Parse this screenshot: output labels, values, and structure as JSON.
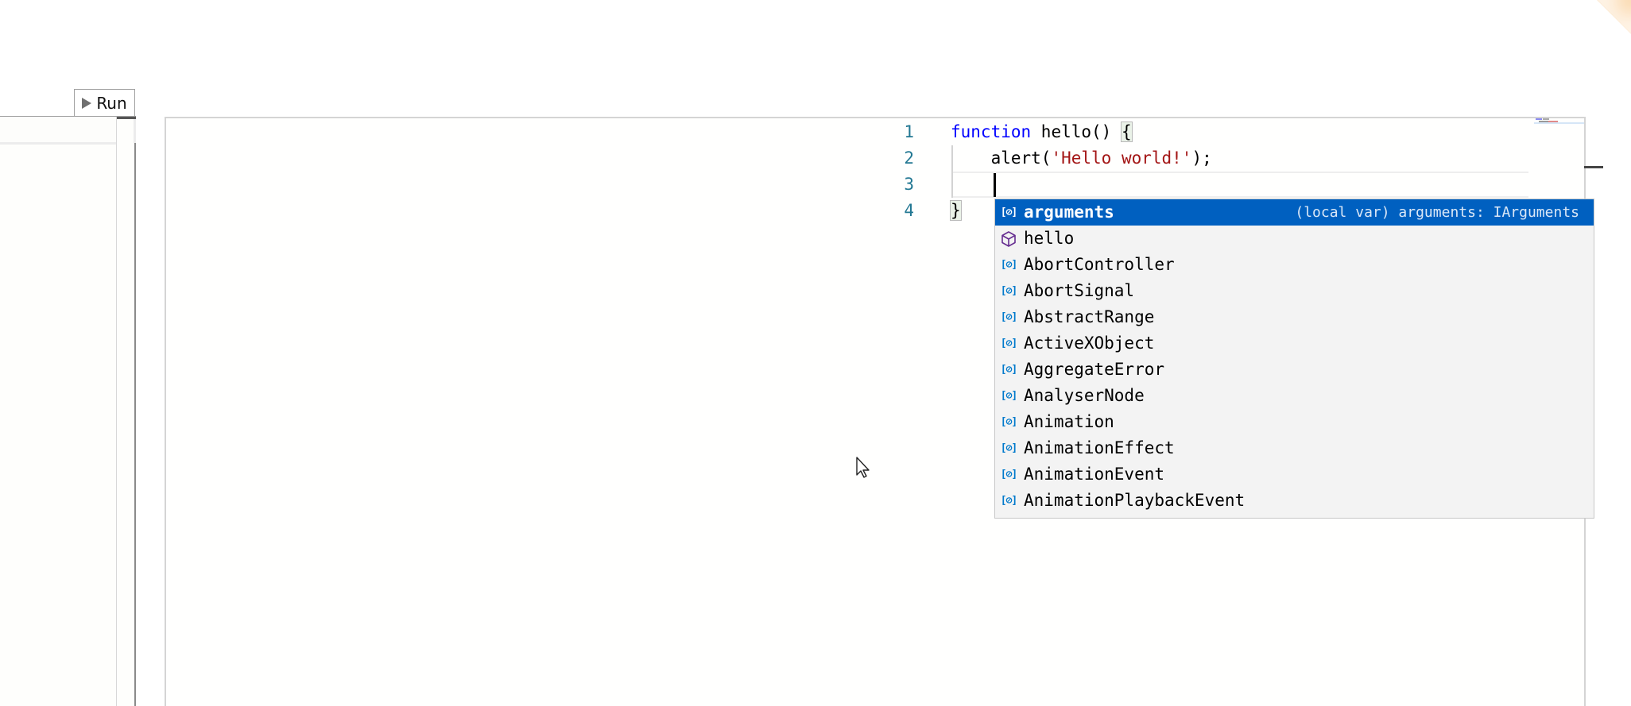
{
  "toolbar": {
    "run_label": "Run",
    "run_icon": "play-triangle-icon"
  },
  "editor": {
    "line_numbers": [
      "1",
      "2",
      "3",
      "4"
    ],
    "lines": [
      {
        "keyword": "function",
        "rest": " hello() ",
        "bracket": "{"
      },
      {
        "indent": "    ",
        "call": "alert(",
        "string": "'Hello world!'",
        "tail": ");"
      },
      {
        "indent": "    ",
        "text": ""
      },
      {
        "bracket": "}"
      }
    ],
    "cursor_line": 3
  },
  "suggest": {
    "items": [
      {
        "label": "arguments",
        "icon": "variable-icon",
        "detail": "(local var) arguments: IArguments",
        "selected": true
      },
      {
        "label": "hello",
        "icon": "function-cube-icon"
      },
      {
        "label": "AbortController",
        "icon": "variable-icon"
      },
      {
        "label": "AbortSignal",
        "icon": "variable-icon"
      },
      {
        "label": "AbstractRange",
        "icon": "variable-icon"
      },
      {
        "label": "ActiveXObject",
        "icon": "variable-icon"
      },
      {
        "label": "AggregateError",
        "icon": "variable-icon"
      },
      {
        "label": "AnalyserNode",
        "icon": "variable-icon"
      },
      {
        "label": "Animation",
        "icon": "variable-icon"
      },
      {
        "label": "AnimationEffect",
        "icon": "variable-icon"
      },
      {
        "label": "AnimationEvent",
        "icon": "variable-icon"
      },
      {
        "label": "AnimationPlaybackEvent",
        "icon": "variable-icon"
      }
    ]
  },
  "colors": {
    "selection": "#0060c0",
    "keyword": "#0000ff",
    "string": "#a31515",
    "line_number": "#237893",
    "variable_icon": "#007acc",
    "function_icon": "#652d90"
  }
}
